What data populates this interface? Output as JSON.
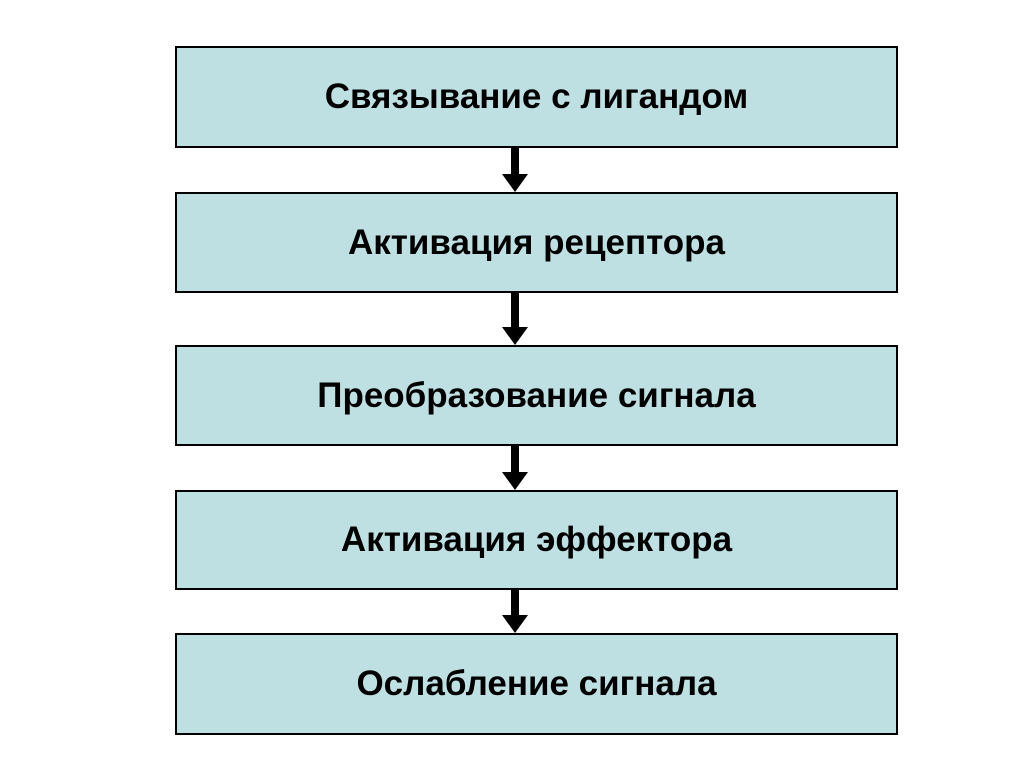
{
  "colors": {
    "background": "#ffffff",
    "box_fill": "#bfe0e3",
    "box_border": "#000000",
    "text": "#000000",
    "arrow": "#000000"
  },
  "diagram": {
    "type": "flowchart",
    "direction": "top-down",
    "connector_icon": "arrow-down-icon",
    "steps": [
      {
        "label": "Связывание с лигандом"
      },
      {
        "label": "Активация рецептора"
      },
      {
        "label": "Преобразование сигнала"
      },
      {
        "label": "Активация эффектора"
      },
      {
        "label": "Ослабление сигнала"
      }
    ]
  }
}
